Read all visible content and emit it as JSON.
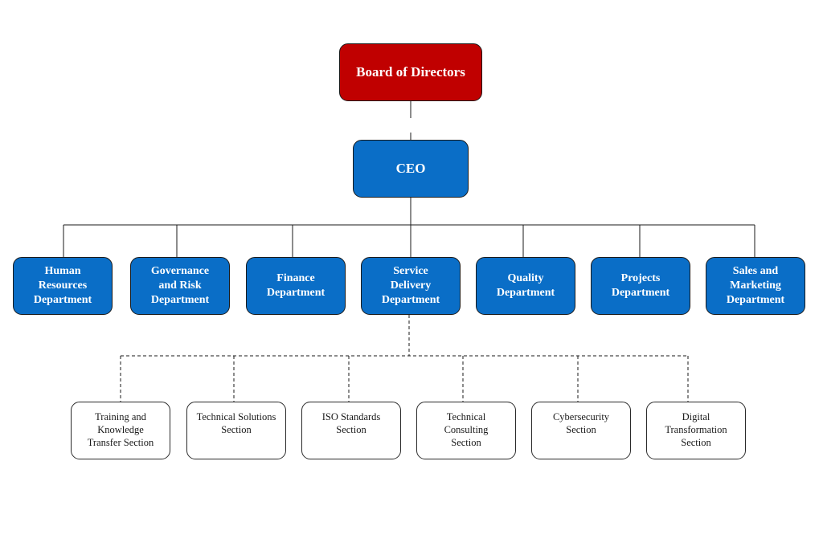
{
  "colors": {
    "board_fill": "#c00000",
    "department_fill": "#0a6ec7",
    "section_fill": "#ffffff",
    "line": "#1a1a1a"
  },
  "board": {
    "label": "Board of Directors"
  },
  "ceo": {
    "label": "CEO"
  },
  "departments": [
    {
      "label": "Human Resources Department"
    },
    {
      "label": "Governance and Risk Department"
    },
    {
      "label": "Finance Department"
    },
    {
      "label": "Service Delivery Department"
    },
    {
      "label": "Quality Department"
    },
    {
      "label": "Projects Department"
    },
    {
      "label": "Sales and Marketing Department"
    }
  ],
  "sections": [
    {
      "label": "Training and Knowledge Transfer Section"
    },
    {
      "label": "Technical Solutions Section"
    },
    {
      "label": "ISO Standards Section"
    },
    {
      "label": "Technical Consulting Section"
    },
    {
      "label": "Cybersecurity Section"
    },
    {
      "label": "Digital Transformation Section"
    }
  ]
}
